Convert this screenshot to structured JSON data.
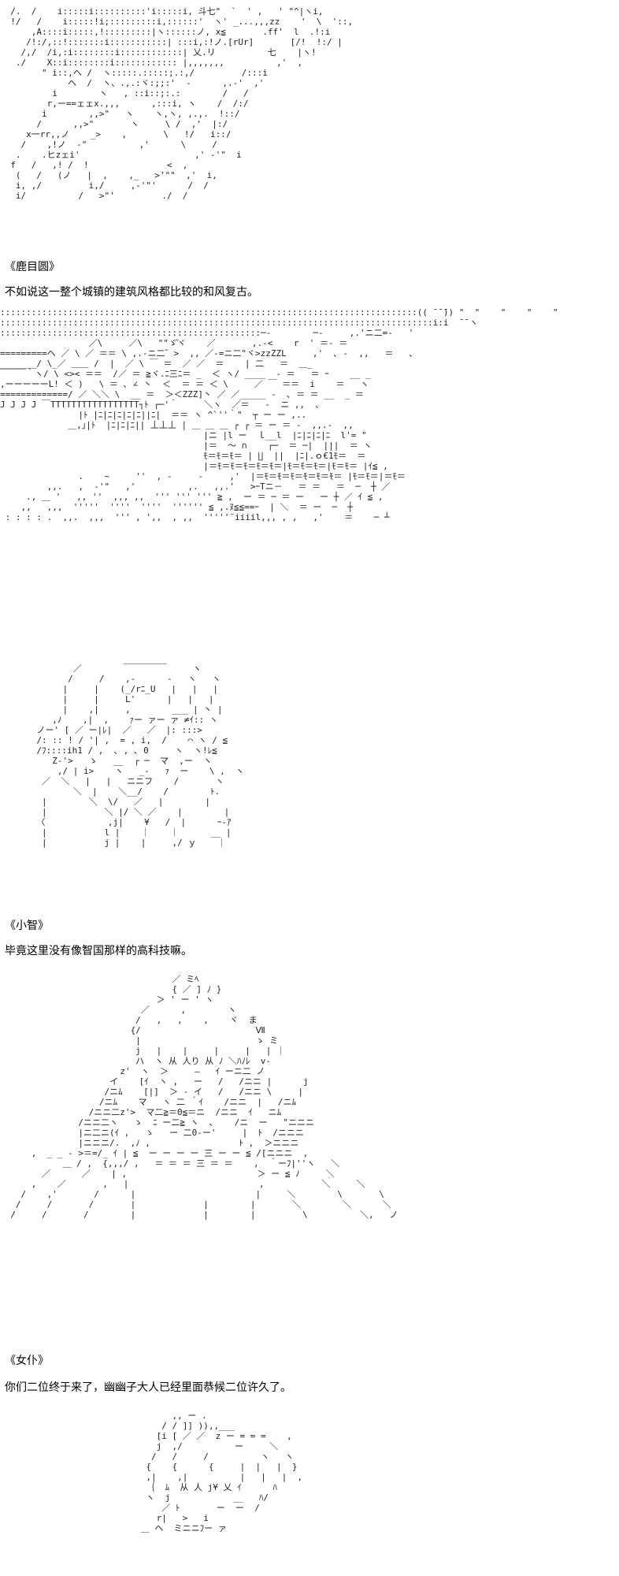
{
  "background_color": "#ffffff",
  "text_color": "#000000",
  "art_color": "#222222",
  "panels": [
    {
      "art": "  /.  /    i:::::i::::::::::'i:::::i, 斗七\"  `  ' ,   ' \"^|ヽi,\n  !/   /    i:::::!i;:::::::::i,::::::'  ヽ' _...,,,zz    '  \\  '::,\n      ,A::::i:::::,!:::::::::|ヽ::::::ノ, x≦       .ff'  l  .!:i\n     /!:/,::!:::::::i:::::::::::| :::i,:!ノ.[rUr]       [/!  !:/ |\n    /,/  /i,:i::::::::i::::::::::::| 乂.リ          七    |ヽ!\n   ./    X::i::::::::i:::::::::::: |,,,,,,,          ,'  ,\n        \" i::,ヘ /  ヽ:::::.:::::;.:,/         /:::i\n             ヘ  /  ヽ、.,.:ヾ:;;:'  -      ,.-'  ,'\n          i        ヽ   , ::i::;:.:        /   /\n         r,ー==ェェx.,,,      ,:::i, ヽ    /  /:/\n        i        ,,>\"   ヽ    ヽ,ヽ, ,.,.  !::/\n       /      ,,>\"       ヽ     \\ /  ,'  |:/\n     x一rr,,ノ    _>    ,       \\   !/   i::/\n    /    ,!ノ  -\"          ,'      \\     /\n   .    .ヒzェi'                      ,' -'\"  i\n  f   /   ,! /  !               <  ,\n   (   /   (ノ   |  ,    ,_   >'\"\"  ,'  i,\n   i, ,/         i,/     ,-'\"'      /  /\n   i/          /   >\"'         ./  /",
      "art_height": 265,
      "speaker": "《鹿目圆》",
      "line": "不如说这一整个城镇的建筑风格都比较的和风复古。"
    },
    {
      "art": "::::::::::::::::::::::::::::::::::::::::::::::::::::::::::::::::::::::::::::::::(( ̄ ̄ ̄)) \"  \"    \"    \"    \"\n:::::::::::::::::::::::::::::::::::::::::::::::::::::::::::::::::::::::::::::::::::i:i  ̄ ̄ ヽ\n::::::::::::::::::::::::::::::::::::::::::::::::::─‐        ─‐     ,.'ニ二=-   '\n                 ／\\     ／\\   \"\"ゞ̄ヾ    ／       ,.-<    r  ' ＝- ＝\n=========ヘ ／ \\ ／ ＝＝ \\ ,.-ニ二゛>  ,, ／-=ニ二\"ヾ>zzZZL     ,'  ､ -  ,,   ＝   ､\n_______/ \\_／ ＿＿ /  |  ／ \\ ￣ ＝  ／ ／  ＝    | 二   ＝  ＿_\n￣￣￣｀ヽ/ \\ <>< ＝＝  /／ ＝ ≧ヾ.ﾆ三ﾆ＝ _  ＜ ヽ/ ____  - ＝   ＝ ｰ    __ _\n,ーーーーーL! ＜ )   \\ ＝ ､ ∠ 丶  ＜  ＝ ＝ ＜ \\     ／ ￣ ＝＝  i    ＝   ヽ\n=============/ ／ ＼＼ \\  __ ＝  ＞＜ZZZ]丶 ／ ／_____ -  ､ ＝ ＝ __  _ ＝\nJ J J J ￣TTTTTTTTTTTTTTTTT┐ﾄ ┌─'｀     ＼ヽ  ／＝   -  ニ ,,  ､\n               |ﾄ |ﾆ|ﾆ|ﾆ|ﾆ|ﾆ||ﾆ|  ＝＝ ヽ ^`''｀\"  ┬ ー ー ,..\n             ＿,｣|ﾄ  |ﾆ|ﾆ|ﾆ|| 丄丄丄 | ＿ ＿ ＿ ┌ ┌ ＝ ー ＝ -  ,,.-  ,,\n                                       |ニ |l ー  ｌ__l  |ﾆ|ﾆ|ﾆ|ﾆ  l'= \"\n                                       |＝  ～ ∩    ┌─  ＝ ─|  |||  ＝ ヽ\n                                       ﾓ＝ﾓ＝ﾓ＝ | ∐  ||  |ﾆ|.ｏ€1ﾓ＝  ＝\n                                       |＝ﾓ＝ﾓ＝ﾓ＝ﾓ＝ﾓ＝|ﾓ＝ﾓ＝ﾓ＝|ﾓ＝ﾓ＝ |ｲ≦ ,\n               .    ~     ''  , -     -     ,'  |＝ﾓ＝ﾓ＝ﾓ＝ﾓ＝ﾓ＝ﾓ＝ |ﾓ＝ﾓ＝|＝ﾓ＝\n         ,,.   ,  -'\"   ,'          ,.   ,,.'   >ｰTニ－   ＝ ＝   ＝  ─  ┼ ／\n     ., ＿ '   ,, ''  ,,, ,,  ''' ''' ''' ≧ ,  ー ＝ ─ ＝ ー   ー ┼ ／ ｲ ≦ ,\n    ,,   ,,,  '''''  ''''  ''''  '''''' ≦ ,.ﾇ≦≦==ｰ  | ＼  ＝ ー  ─  ┼\n : : : : .  ,,.  ,,,  ''' , ',,  , ,,  '''''¨iiiil,,, , ,   ,'    ＝    ─ ┴",
      "art_height": 395,
      "speaker": "",
      "line": ""
    },
    {
      "art": "              ／        ￣￣￣￣￣     ヽ\n             /     /    ,-      -   ヽ   ヽ\n            |     |    (_/rﾆ_U   |   |   |\n            |     |     L'      |   |   |\n            |    ,|     ,        ___ | 丶 |\n          ,ﾉ    ,|  ,    ｧー ァー ァ ≠ｲ:: ヽ\n       ノー' [ ／ ー|ﾚ|  ／   ／  |: :::>\n       /: :: ! / '| ,  = , i,  /    ⌒ ヽ / ≦\n       /ﾌ::::ih1 / ,  ､ , ､ 0     ヽ  ヽ!ﾚ≦\n          Z-'>   ゝ   __  ┌ ─  マ  ,ー  ヽ\n           ,/ | i>    ヽ   _-   ｧ  ー    \\ ,  ヽ\n        ／  ＼   |   |   ニニフ    /       ヽ\n              ＼  |    ＼__/    /        ﾄ.\n        |        ＼  \\/   ／   |        |\n        |           ＼ |/ ＼ ／    |        |\n       〈            ,j|    ¥   /  |      ｰ-ｱ\n        |           l |    ｜    ｜      __ |\n        |           j |    |     ,/ ｙ    ｜",
      "art_height": 330,
      "speaker": "《小智》",
      "line": "毕竟这里没有像智国那样的高科技嘛。"
    },
    {
      "art": "                                 ／ ミﾍ\n                                 { ／ ] ﾉ }\n                              ＞ ' ー ' ヽ\n                           ／      ,        ヽ\n                          /   ,   ,    ,    ヾ  ま\n                         {/                      Ⅶ\n                          |                      ゝ ミ\n                          j   |    |     |     |   | ｜\n                          ハ  ヽ 从 人り 从 ﾉ ＼ﾊﾉﾚ  v-\n                       z'  ヽ  ＞     ―   ｲ ーニ二 ノ\n                     イ    [ｲ  ヽ ,   ー   /   /ニニ |      j\n                    /ニﾑ    [|]  ＞ - イ   /   /ニニ \\     |\n                   /ニﾑ    マ   ヽ 二 ｀ｲ    /ニニ  |   /ニﾑ\n                 /ニニ二z'>  マ二≧＝0≦＝ニ  /ニニ  ｲ   ニﾑ\n               /ニニ二ヽ   ゝ  ﾆ ー二≧ ヽ  ､    /ニ  ー   \"ニニニ\n               |ニ二ニ(ｲ ,   ゝ   ー 二0-ー'     |  ﾄ  /ニニニ\n               |ニニニ/.  ,ﾉ ,                 ﾄ ,  ＞ニニニ\n      ,  _ _ - >＝=/_ ｲ | ≦  ー ー ー ー 三 ー ー ≦ /[ニニニ  ,\n            ＿ / ,  {,,,/ ,   ＝ ＝ ＝ 三 ＝ ＝    ,  ｀ーﾌ|''ヽ   ＼\n        ／      ／    | ,                         ＞ ー ≦ ﾉ     ＼\n      ,    ／       ,   |                         ,           ＼     ＼\n    /    ,'       /      |                       |     ＼        \\       \\\n   /     /       /       |             |        |       ＼        ＼      ＼\n  /     /       /        |             |        |         \\          ＼,   ノ",
      "art_height": 390,
      "speaker": "《女仆》",
      "line": "你们二位终于来了，幽幽子大人已经里面恭候二位许久了。"
    },
    {
      "art": "                                 ,, ー .\n                               / / ]] )),,___\n                              [i [ ／ ／  z ー = = =    ,\n                              j  ,/          ー     ＼\n                             /   /     /          ヽ   ヽ\n                            {    {      {     |  |   |  }\n                            ,|    ,|          |   |   |  ,\n                            ｛  ﾑ  从 人 j¥ 乂 ｲ      ﾊ\n                            ヽ  j            __   ﾊ/\n                               ／ ﾄ       ー  ー  /\n                              r|   >   i\n                           ＿ ヘ  ミニニﾌー ァ",
      "art_height": 180,
      "speaker": "",
      "line": ""
    }
  ]
}
